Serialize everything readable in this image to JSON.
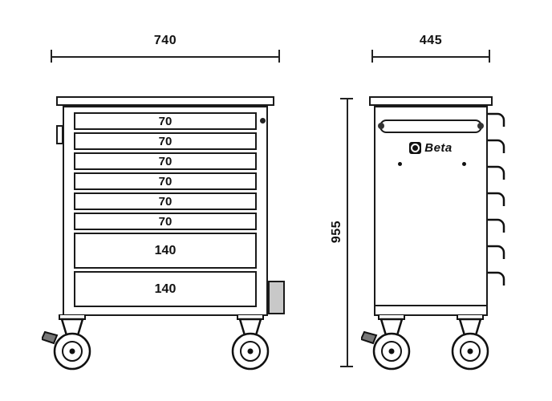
{
  "drawing": {
    "front": {
      "width_dim": "740",
      "drawers": [
        "70",
        "70",
        "70",
        "70",
        "70",
        "70",
        "140",
        "140"
      ]
    },
    "side": {
      "depth_dim": "445",
      "height_dim": "955",
      "brand": "Beta"
    },
    "colors": {
      "line": "#1a1a1a",
      "accessory_fill": "#c8c8c8",
      "brake_fill": "#777777"
    }
  }
}
